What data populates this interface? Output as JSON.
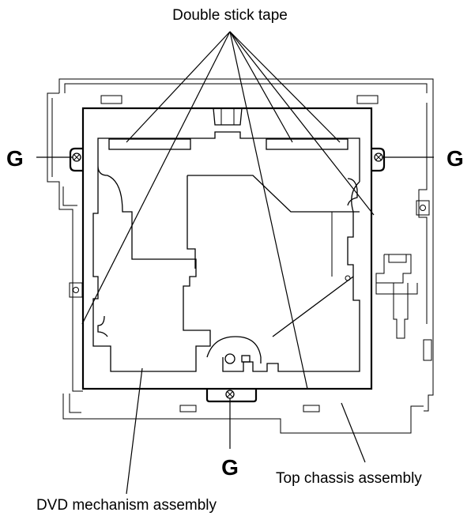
{
  "labels": {
    "double_stick_tape": "Double stick tape",
    "screw_g_left": "G",
    "screw_g_right": "G",
    "screw_g_bottom": "G",
    "top_chassis_assembly": "Top chassis assembly",
    "dvd_mechanism_assembly": "DVD mechanism assembly"
  }
}
